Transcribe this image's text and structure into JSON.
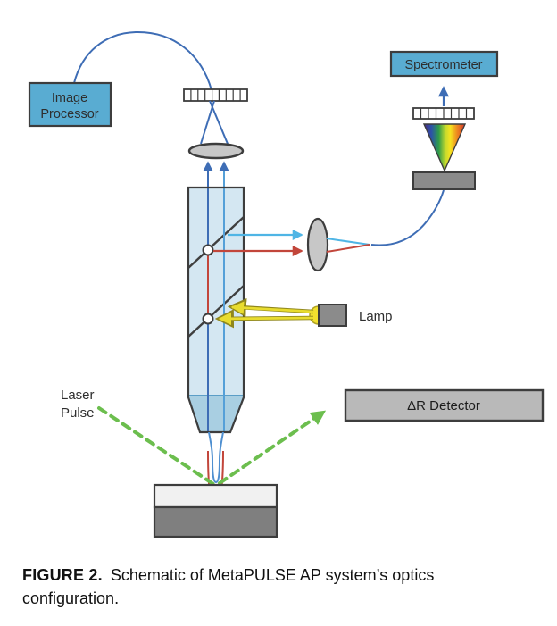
{
  "figure": {
    "caption": {
      "label": "FIGURE 2.",
      "text": "Schematic of MetaPULSE AP system’s optics configuration."
    }
  },
  "components": {
    "image_processor": {
      "line1": "Image",
      "line2": "Processor"
    },
    "spectrometer": {
      "label": "Spectrometer"
    },
    "lamp": {
      "label": "Lamp"
    },
    "laser_pulse": {
      "line1": "Laser",
      "line2": "Pulse"
    },
    "delta_r_detector": {
      "label": "ΔR Detector"
    }
  },
  "colors": {
    "box_blue": "#59ACD2",
    "column_blue": "#D4E7F2",
    "column_blue_dark": "#A9CFE2",
    "gray_box": "#8B8B8B",
    "detector_gray": "#B9B9B9",
    "sample_top": "#F1F1F1",
    "sample_bottom": "#7F7F7F",
    "beam_blue": "#3E6DB5",
    "beam_cyan": "#4FB5E5",
    "beam_red": "#C2463B",
    "beam_yellow": "#E8DC2F",
    "laser_green": "#6CBE4E",
    "outline": "#3D3D3D"
  }
}
